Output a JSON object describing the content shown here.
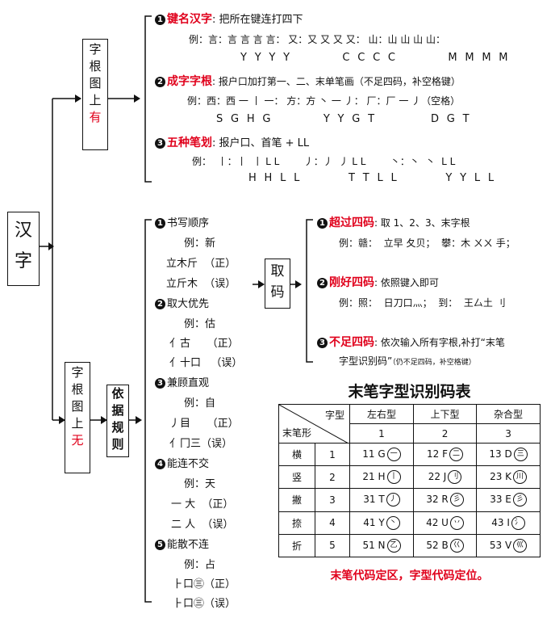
{
  "root": {
    "chars": [
      "汉",
      "字"
    ]
  },
  "branch_has": {
    "chars": [
      "字",
      "根",
      "图",
      "上"
    ],
    "flag": "有"
  },
  "branch_none": {
    "chars": [
      "字",
      "根",
      "图",
      "上"
    ],
    "flag": "无"
  },
  "rules_box": {
    "chars": [
      "依",
      "据",
      "规",
      "则"
    ]
  },
  "take_box": {
    "chars": [
      "取",
      "码"
    ]
  },
  "has_section": {
    "s1": {
      "n": "1",
      "title": "键名汉字",
      "desc": ": 把所在键连打四下",
      "ex": "例：言：言 言 言 言：     又：又 又 又 又：     山：山 山 山 山：",
      "codes": "Y  Y  Y  Y              C  C  C  C              M  M  M  M"
    },
    "s2": {
      "n": "2",
      "title": "成字字根",
      "desc": ": 报户口加打第一、二、末单笔画（不足四码，补空格键）",
      "ex": "例：西：西 一 丨 一：     方：方  丶 一 丿：    厂：厂 一 丿（空格）",
      "codes": "S  G  H  G              Y  Y  G  T               D  G  T"
    },
    "s3": {
      "n": "3",
      "title": "五种笔划",
      "desc": ": 报户口、首笔  + LL",
      "ex": "例：  丨：丨  丨 L L        丿：丿  丿 L L        丶：丶  丶  L L",
      "codes": "H  H  L  L             T  T  L  L             Y  Y  L  L"
    }
  },
  "rules": {
    "r1": {
      "n": "1",
      "title": "书写顺序",
      "ex": "例：新",
      "good": "立木斤  （正）",
      "bad": "立斤木  （误）"
    },
    "r2": {
      "n": "2",
      "title": "取大优先",
      "ex": "例：估",
      "good": "亻古     （正）",
      "bad": "亻十口   （误）"
    },
    "r3": {
      "n": "3",
      "title": "兼顾直观",
      "ex": "例：自",
      "good": "丿目     （正）",
      "bad": "亻冂三（误）"
    },
    "r4": {
      "n": "4",
      "title": "能连不交",
      "ex": "例：天",
      "good": "一 大  （正）",
      "bad": "二 人  （误）"
    },
    "r5": {
      "n": "5",
      "title": "能散不连",
      "ex": "例：占",
      "good": "⺊口㊂（正）",
      "bad": "⺊口㊂（误）"
    }
  },
  "take": {
    "t1": {
      "n": "1",
      "title": "超过四码",
      "desc": ": 取 1、2、3、末字根",
      "ex": "例：赣：  立早 夂贝；  攀：木 ㄨㄨ 手；"
    },
    "t2": {
      "n": "2",
      "title": "刚好四码",
      "desc": ": 依照键入即可",
      "ex": "例：照：  日刀口灬；  到：  王厶土 刂"
    },
    "t3": {
      "n": "3",
      "title": "不足四码",
      "desc": ": 依次输入所有字根,补打“末笔",
      "desc2": "字型识别码”",
      "note": "（仍不足四码，补空格键）"
    }
  },
  "table": {
    "title": "末笔字型识别码表",
    "corner_top": "字型",
    "corner_bottom": "末笔形",
    "types": [
      "左右型",
      "上下型",
      "杂合型"
    ],
    "type_nums": [
      "1",
      "2",
      "3"
    ],
    "rows": [
      {
        "stroke": "横",
        "n": "1",
        "cells": [
          {
            "code": "11 G",
            "sym": "一"
          },
          {
            "code": "12 F",
            "sym": "二"
          },
          {
            "code": "13 D",
            "sym": "三"
          }
        ]
      },
      {
        "stroke": "竖",
        "n": "2",
        "cells": [
          {
            "code": "21 H",
            "sym": "丨"
          },
          {
            "code": "22 J",
            "sym": "刂"
          },
          {
            "code": "23 K",
            "sym": "川"
          }
        ]
      },
      {
        "stroke": "撇",
        "n": "3",
        "cells": [
          {
            "code": "31 T",
            "sym": "丿"
          },
          {
            "code": "32 R",
            "sym": "彡"
          },
          {
            "code": "33 E",
            "sym": "彡"
          }
        ]
      },
      {
        "stroke": "捺",
        "n": "4",
        "cells": [
          {
            "code": "41 Y",
            "sym": "丶"
          },
          {
            "code": "42 U",
            "sym": "丷"
          },
          {
            "code": "43 I",
            "sym": "氵"
          }
        ]
      },
      {
        "stroke": "折",
        "n": "5",
        "cells": [
          {
            "code": "51 N",
            "sym": "乙"
          },
          {
            "code": "52 B",
            "sym": "巜"
          },
          {
            "code": "53 V",
            "sym": "巛"
          }
        ]
      }
    ],
    "footer": "末笔代码定区，字型代码定位。"
  },
  "colors": {
    "accent": "#e0001b",
    "ink": "#111111"
  }
}
